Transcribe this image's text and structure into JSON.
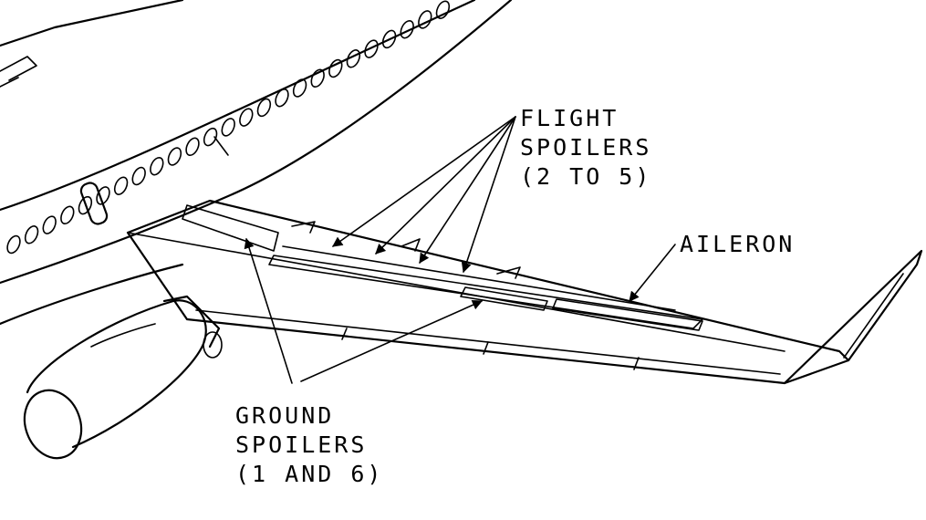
{
  "labels": {
    "flight_spoilers": {
      "line1": "FLIGHT",
      "line2": "SPOILERS",
      "line3": "(2 TO 5)"
    },
    "aileron": "AILERON",
    "ground_spoilers": {
      "line1": "GROUND",
      "line2": "SPOILERS",
      "line3": "(1 AND 6)"
    }
  },
  "colors": {
    "ink": "#000000",
    "paper": "#ffffff"
  }
}
